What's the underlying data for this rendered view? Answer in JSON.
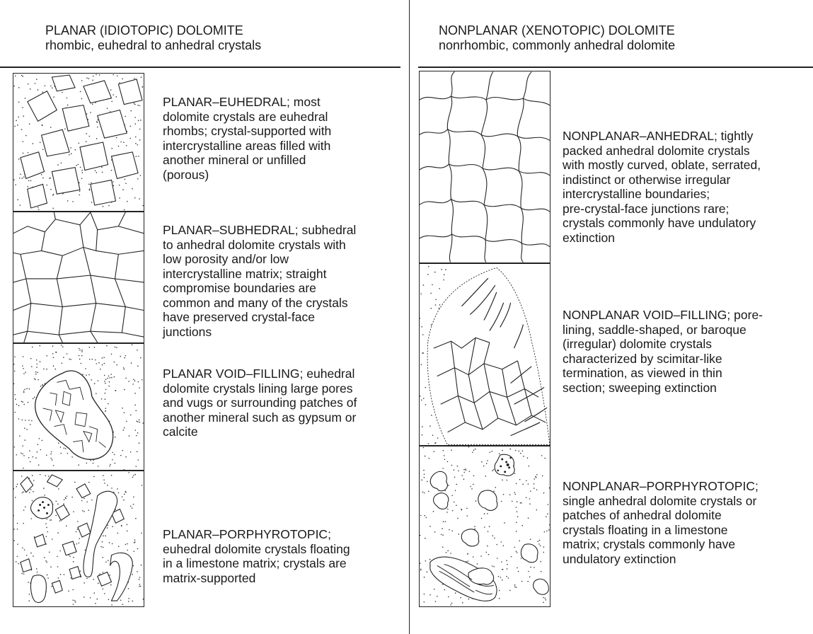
{
  "left_column": {
    "title": "PLANAR (IDIOTOPIC) DOLOMITE",
    "subtitle": "rhombic, euhedral to anhedral crystals",
    "rows": [
      {
        "icon": "planar-euhedral-texture",
        "text": "PLANAR–EUHEDRAL; most\ndolomite crystals are euhedral\nrhombs; crystal-supported with\nintercrystalline areas filled with\nanother mineral or unfilled\n(porous)"
      },
      {
        "icon": "planar-subhedral-texture",
        "text": "PLANAR–SUBHEDRAL; subhedral\nto anhedral dolomite crystals with\nlow porosity and/or low\nintercrystalline matrix; straight\ncompromise boundaries are\ncommon and many of the crystals\nhave preserved crystal-face\njunctions"
      },
      {
        "icon": "planar-void-filling-texture",
        "text": "PLANAR VOID–FILLING; euhedral\ndolomite crystals lining large pores\nand vugs or surrounding patches of\nanother mineral such as gypsum or\ncalcite"
      },
      {
        "icon": "planar-porphyrotopic-texture",
        "text": "PLANAR–PORPHYROTOPIC;\neuhedral dolomite crystals floating\nin a limestone matrix; crystals are\nmatrix-supported"
      }
    ]
  },
  "right_column": {
    "title": "NONPLANAR (XENOTOPIC) DOLOMITE",
    "subtitle": "nonrhombic, commonly anhedral dolomite",
    "rows": [
      {
        "icon": "nonplanar-anhedral-texture",
        "text": "NONPLANAR–ANHEDRAL; tightly\npacked anhedral dolomite crystals\nwith mostly curved, oblate, serrated,\nindistinct or otherwise irregular\nintercrystalline boundaries;\npre-crystal-face junctions rare;\ncrystals commonly have undulatory\nextinction"
      },
      {
        "icon": "nonplanar-void-filling-texture",
        "text": "NONPLANAR VOID–FILLING; pore-\nlining, saddle-shaped, or baroque\n(irregular) dolomite crystals\ncharacterized by scimitar-like\ntermination, as viewed in thin\nsection; sweeping extinction"
      },
      {
        "icon": "nonplanar-porphyrotopic-texture",
        "text": "NONPLANAR–PORPHYROTOPIC;\nsingle anhedral dolomite crystals or\npatches of anhedral dolomite\ncrystals floating in a limestone\nmatrix; crystals commonly have\nundulatory extinction"
      }
    ]
  }
}
